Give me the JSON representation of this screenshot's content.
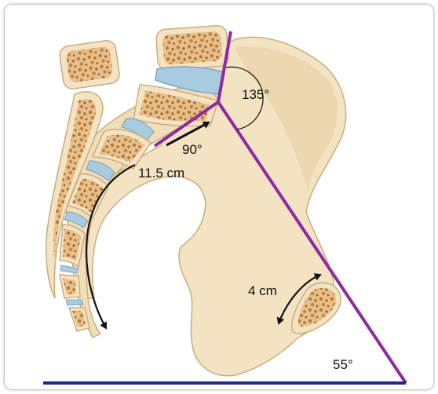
{
  "diagram": {
    "labels": {
      "angle_top": "135°",
      "angle_right": "90°",
      "curve_length": "11.5 cm",
      "coccyx_gap": "4 cm",
      "angle_bottom": "55°"
    },
    "colors": {
      "bone": "#f4e3c3",
      "bone_outline": "#c8ad7f",
      "marrow": "#c9935a",
      "disc": "#a9cbe0",
      "axis_line": "#8e2aa0",
      "base_line": "#1c2a8c",
      "arrow": "#111111"
    }
  }
}
